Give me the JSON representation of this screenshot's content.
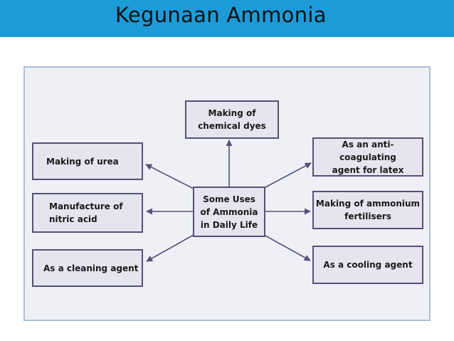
{
  "slide": {
    "title": "Kegunaan Ammonia"
  },
  "diagram": {
    "center": "Some Uses\nof Ammonia\nin Daily Life",
    "top": "Making of\nchemical dyes",
    "left_top": "Making of urea",
    "left_middle": "Manufacture of\nnitric acid",
    "left_bottom": "As a cleaning agent",
    "right_top": "As an anti- coagulating\nagent for latex",
    "right_middle": "Making of ammonium\nfertilisers",
    "right_bottom": "As a cooling agent"
  },
  "colors": {
    "title_bar": "#1c9bd8",
    "panel_background": "#eef0f5",
    "node_fill": "#e4e5ee",
    "node_border": "#56507a",
    "arrow": "#56507a"
  }
}
